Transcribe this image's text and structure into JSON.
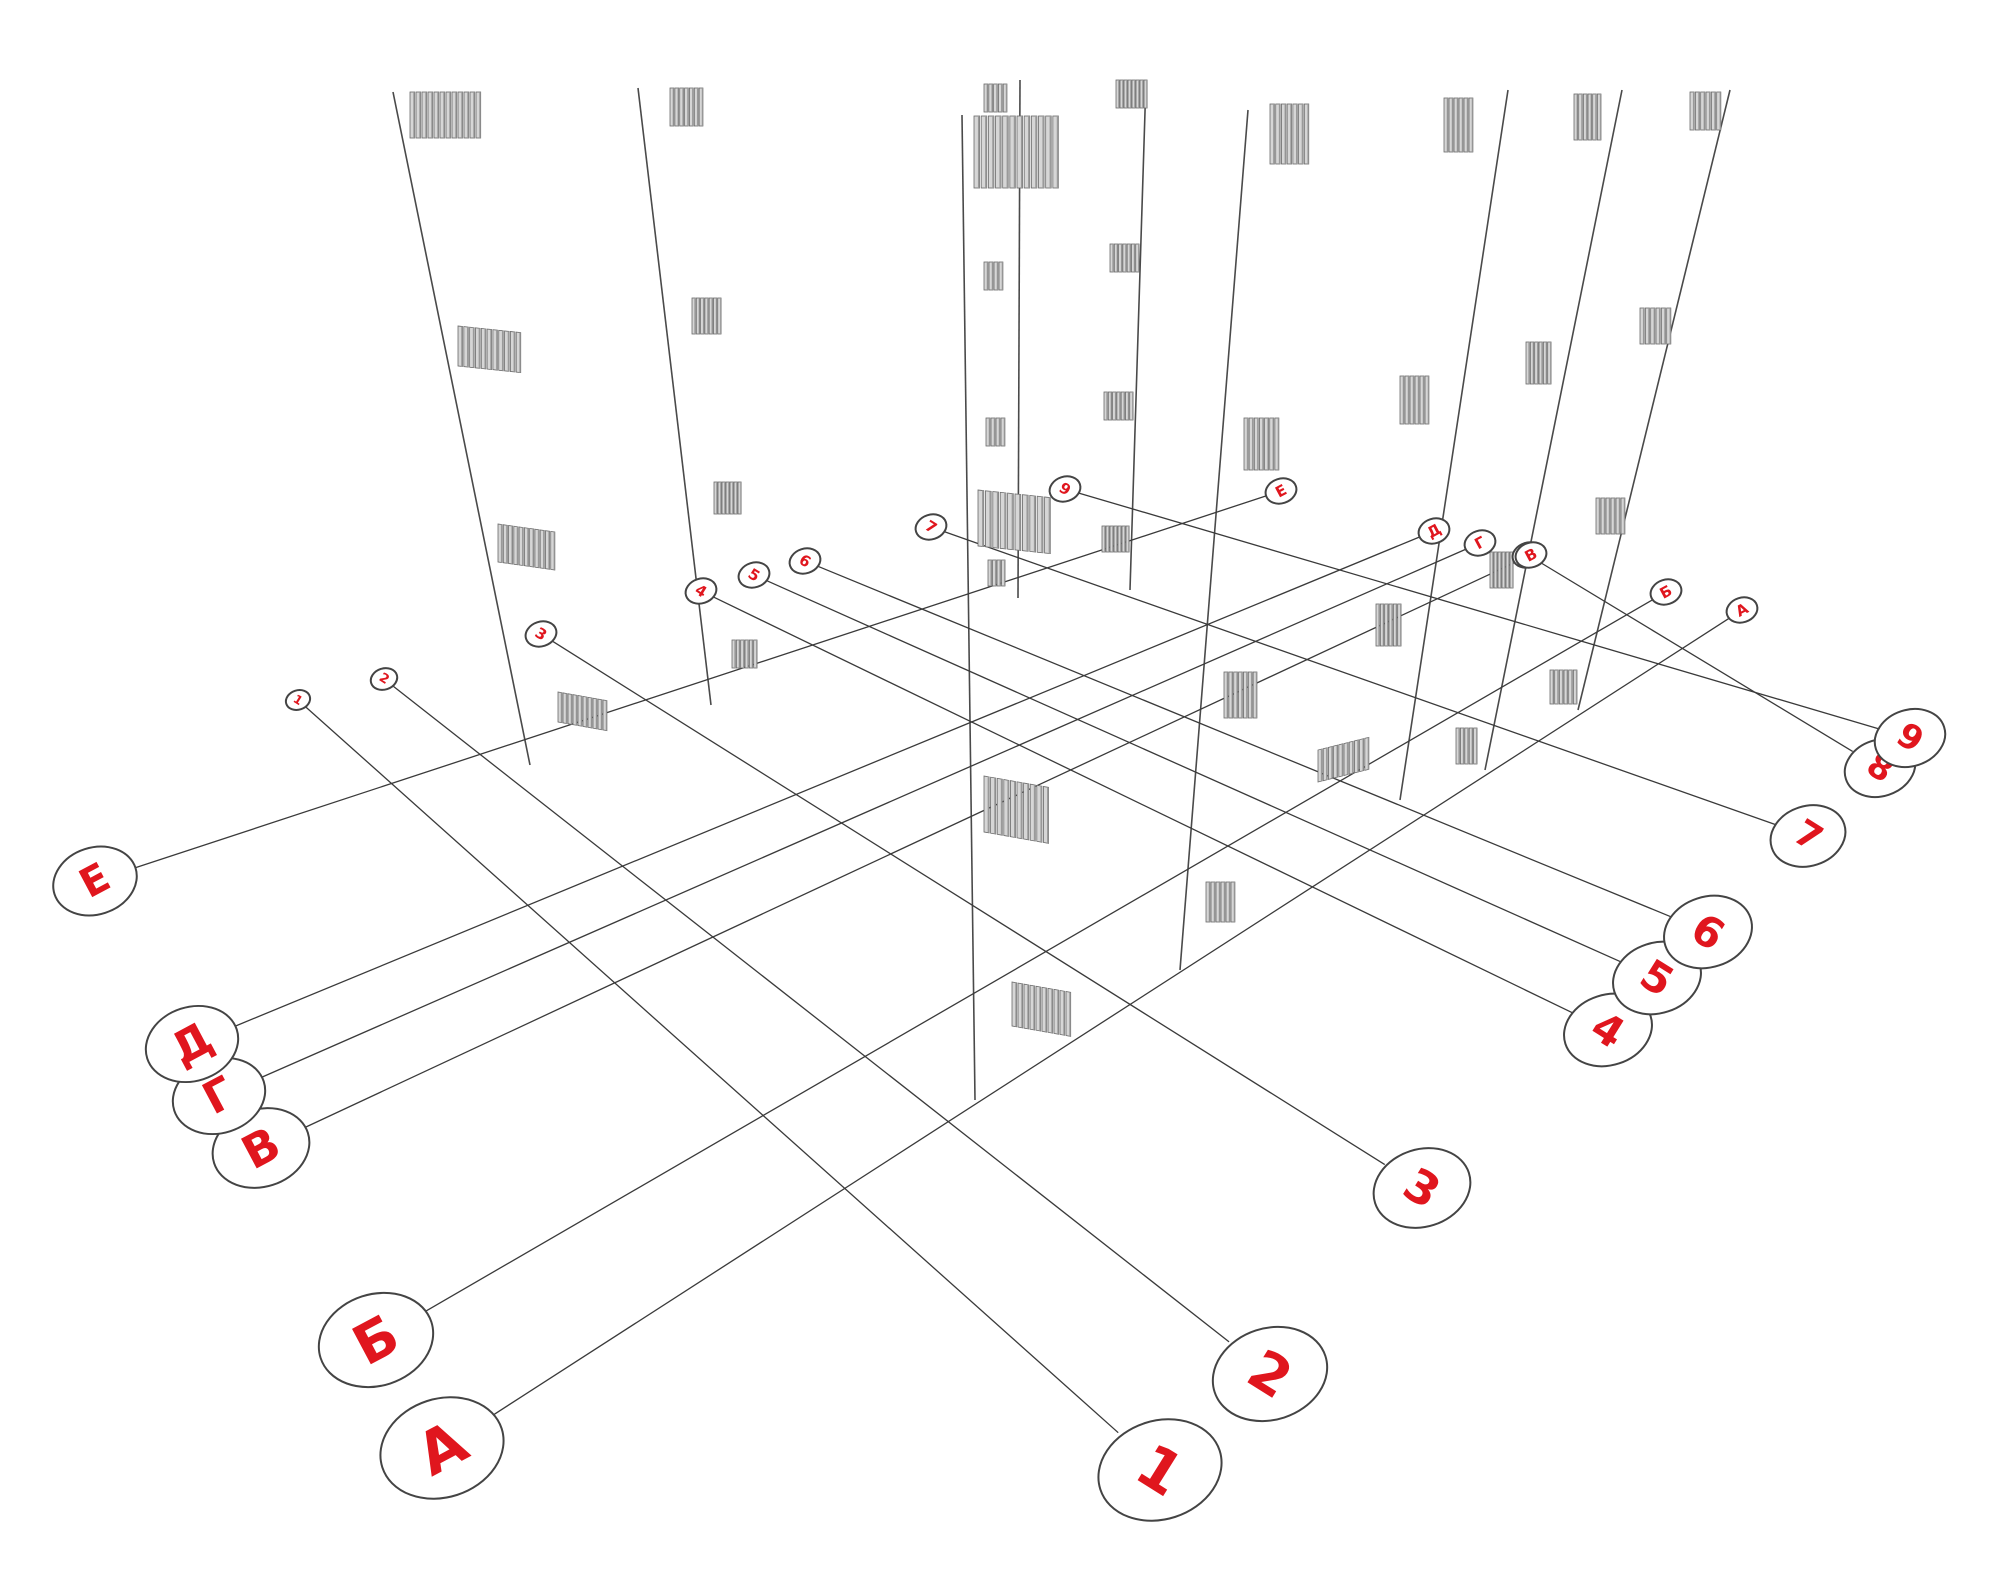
{
  "diagram": {
    "letter_axes": [
      {
        "label": "А"
      },
      {
        "label": "Б"
      },
      {
        "label": "В"
      },
      {
        "label": "Г"
      },
      {
        "label": "Д"
      },
      {
        "label": "Е"
      }
    ],
    "number_axes": [
      {
        "label": "1"
      },
      {
        "label": "2"
      },
      {
        "label": "3"
      },
      {
        "label": "4"
      },
      {
        "label": "5"
      },
      {
        "label": "6"
      },
      {
        "label": "7"
      },
      {
        "label": "8"
      },
      {
        "label": "9"
      }
    ],
    "colors": {
      "label": "#e0161e",
      "line": "#3a3a3a",
      "radiator": "#cfcfcf"
    },
    "icons": {
      "radiator": "radiator-icon"
    }
  }
}
